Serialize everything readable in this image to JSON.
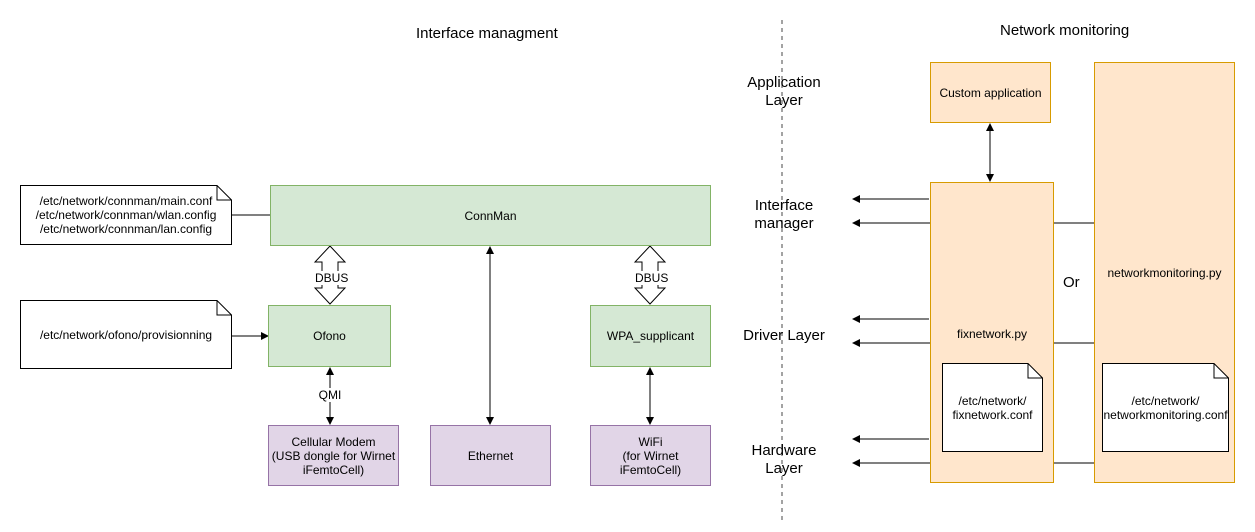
{
  "titles": {
    "interface": "Interface managment",
    "network": "Network monitoring"
  },
  "layers": {
    "application": "Application Layer",
    "interface": "Interface manager",
    "driver": "Driver Layer",
    "hardware": "Hardware Layer"
  },
  "docs": {
    "connman_conf": [
      "/etc/network/connman/main.conf",
      "/etc/network/connman/wlan.config",
      "/etc/network/connman/lan.config"
    ],
    "ofono_conf": "/etc/network/ofono/provisionning",
    "fixnetwork_conf": [
      "/etc/network/",
      "fixnetwork.conf"
    ],
    "netmon_conf": [
      "/etc/network/",
      "networkmonitoring.conf"
    ]
  },
  "nodes": {
    "connman": "ConnMan",
    "ofono": "Ofono",
    "wpa": "WPA_supplicant",
    "modem": [
      "Cellular Modem",
      "(USB dongle for Wirnet",
      "iFemtoCell)"
    ],
    "ethernet": "Ethernet",
    "wifi": [
      "WiFi",
      "(for Wirnet",
      "iFemtoCell)"
    ],
    "custom_app": "Custom application",
    "fixnetwork": "fixnetwork.py",
    "netmon": "networkmonitoring.py"
  },
  "edge_labels": {
    "dbus_left": "DBUS",
    "dbus_right": "DBUS",
    "qmi": "QMI",
    "or": "Or"
  },
  "colors": {
    "green_fill": "#d5e8d4",
    "green_stroke": "#82b366",
    "purple_fill": "#e1d5e7",
    "purple_stroke": "#9673a6",
    "orange_fill": "#ffe6cc",
    "orange_stroke": "#d79b00"
  }
}
